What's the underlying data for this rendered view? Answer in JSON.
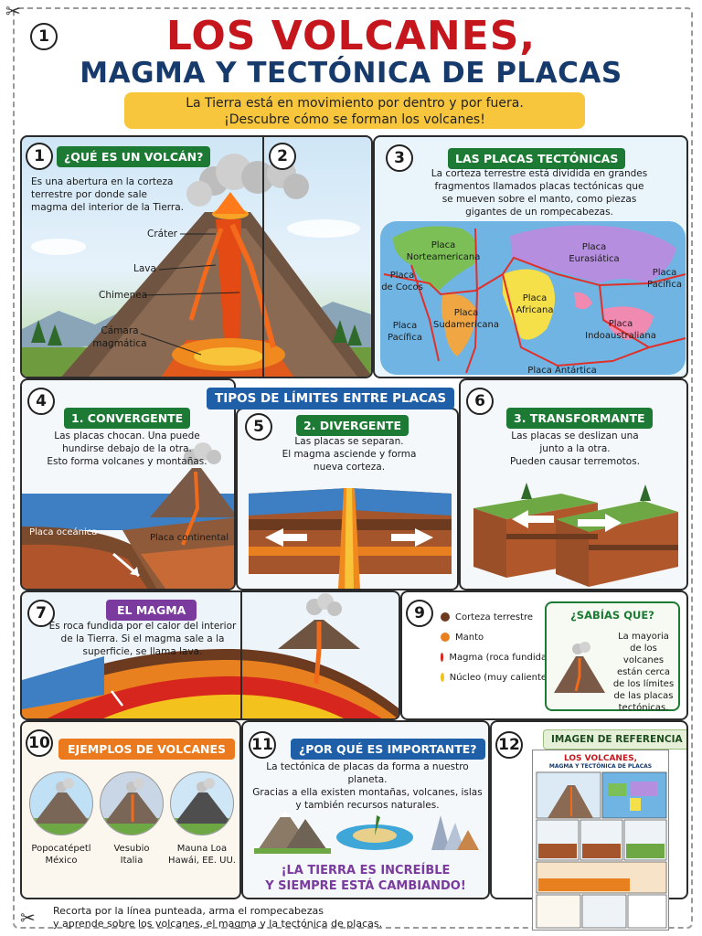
{
  "header": {
    "puzzle_number": "1",
    "title_line1": "LOS VOLCANES,",
    "title_line2": "MAGMA Y TECTÓNICA DE PLACAS",
    "banner_line1": "La Tierra está en movimiento por dentro y por fuera.",
    "banner_line2": "¡Descubre cómo se forman los volcanes!"
  },
  "pieces": {
    "p1": {
      "number": "1",
      "title": "¿QUÉ ES UN VOLCÁN?",
      "text_line1": "Es una abertura en la corteza",
      "text_line2": "terrestre por donde sale",
      "text_line3": "magma del interior de la Tierra.",
      "labels": {
        "crater": "Cráter",
        "lava": "Lava",
        "chimenea": "Chimenea",
        "camara_1": "Cámara",
        "camara_2": "magmática"
      }
    },
    "p2": {
      "number": "2"
    },
    "p3": {
      "number": "3",
      "title": "LAS PLACAS TECTÓNICAS",
      "text_line1": "La corteza terrestre está dividida en grandes",
      "text_line2": "fragmentos llamados placas tectónicas que",
      "text_line3": "se mueven sobre el manto, como piezas",
      "text_line4": "gigantes de un rompecabezas.",
      "plates": {
        "norteamericana_1": "Placa",
        "norteamericana_2": "Norteamericana",
        "euroasiatica_1": "Placa",
        "euroasiatica_2": "Eurasiática",
        "cocos_1": "Placa",
        "cocos_2": "de Cocos",
        "africana_1": "Placa",
        "africana_2": "Africana",
        "pacifica_right_1": "Placa",
        "pacifica_right_2": "Pacífica",
        "sudamericana_1": "Placa",
        "sudamericana_2": "Sudamericana",
        "pacifica_left_1": "Placa",
        "pacifica_left_2": "Pacífica",
        "indoaustraliana_1": "Placa",
        "indoaustraliana_2": "Indoaustraliana",
        "antartica": "Placa Antártica"
      }
    },
    "p4": {
      "number": "4",
      "section_title": "TIPOS DE LÍMITES ENTRE PLACAS",
      "title": "1. CONVERGENTE",
      "text_line1": "Las placas chocan. Una puede",
      "text_line2": "hundirse debajo de la otra.",
      "text_line3": "Esto forma volcanes y montañas.",
      "label_oceanic": "Placa oceánica",
      "label_continental": "Placa continental"
    },
    "p5": {
      "number": "5",
      "title": "2. DIVERGENTE",
      "text_line1": "Las placas se separan.",
      "text_line2": "El magma asciende y forma",
      "text_line3": "nueva corteza."
    },
    "p6": {
      "number": "6",
      "title": "3. TRANSFORMANTE",
      "text_line1": "Las placas se deslizan una",
      "text_line2": "junto a la otra.",
      "text_line3": "Pueden causar terremotos."
    },
    "p7": {
      "number": "7",
      "title": "EL MAGMA",
      "text_line1": "Es roca fundida por el calor del interior",
      "text_line2": "de la Tierra. Si el magma sale a la",
      "text_line3": "superficie, se llama lava."
    },
    "p9": {
      "number": "9",
      "legend": [
        {
          "label": "Corteza terrestre",
          "color": "#6b3a1f"
        },
        {
          "label": "Manto",
          "color": "#e8801f"
        },
        {
          "label": "Magma (roca fundida)",
          "color": "#d7261e"
        },
        {
          "label": "Núcleo (muy caliente)",
          "color": "#f3c21c"
        }
      ],
      "fact_title": "¿SABÍAS QUE?",
      "fact_line1": "La mayoria",
      "fact_line2": "de los volcanes",
      "fact_line3": "están cerca",
      "fact_line4": "de los límites",
      "fact_line5": "de las placas",
      "fact_line6": "tectónicas."
    },
    "p10": {
      "number": "10",
      "title": "EJEMPLOS DE VOLCANES",
      "examples": [
        {
          "name": "Popocatépetl",
          "place": "México"
        },
        {
          "name": "Vesubio",
          "place": "Italia"
        },
        {
          "name": "Mauna Loa",
          "place": "Hawái, EE. UU."
        }
      ]
    },
    "p11": {
      "number": "11",
      "title": "¿POR QUÉ ES IMPORTANTE?",
      "text_line1": "La tectónica de placas da forma a nuestro planeta.",
      "text_line2": "Gracias a ella existen montañas, volcanes, islas",
      "text_line3": "y también recursos naturales.",
      "closing_line1": "¡LA TIERRA ES INCREÍBLE",
      "closing_line2": "Y SIEMPRE ESTÁ CAMBIANDO!"
    },
    "p12": {
      "number": "12",
      "title": "IMAGEN DE REFERENCIA",
      "mini_title1": "LOS VOLCANES,",
      "mini_title2": "MAGMA Y TECTÓNICA DE PLACAS"
    }
  },
  "footer": {
    "line1": "Recorta por la línea punteada, arma el rompecabezas",
    "line2": "y aprende sobre los volcanes, el magma y la tectónica de placas."
  },
  "colors": {
    "title_red": "#c5161d",
    "title_navy": "#163a6b",
    "banner_yellow": "#f7c63c",
    "label_green": "#1d7a34",
    "label_blue": "#1f5fa8",
    "label_purple": "#7a3a9e",
    "label_orange": "#ea7a1d"
  }
}
